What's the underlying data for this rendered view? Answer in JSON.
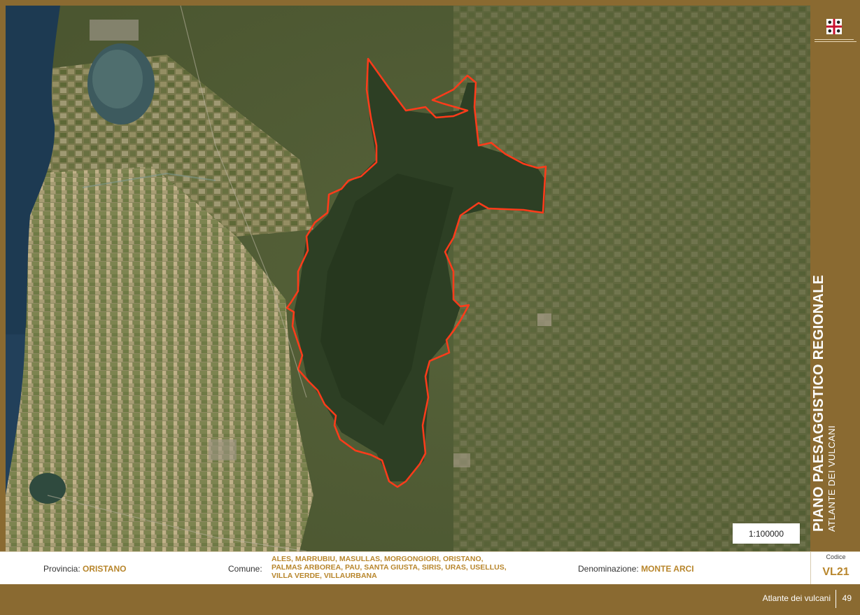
{
  "map": {
    "scale_label": "1:100000",
    "colors": {
      "frame": "#8a6a31",
      "boundary": "#ff3b1a",
      "sea": "#1d3a52",
      "land": "#5e6a3a",
      "forest": "#2d3f24"
    }
  },
  "sidebar": {
    "title": "PIANO PAESAGGISTICO REGIONALE",
    "subtitle": "ATLANTE DEI VULCANI",
    "emblem_icon": "sardinia-four-moors-emblem-icon"
  },
  "info": {
    "provincia_label": "Provincia:",
    "provincia_value": "ORISTANO",
    "comune_label": "Comune:",
    "comune_lines": [
      "ALES, MARRUBIU, MASULLAS, MORGONGIORI, ORISTANO,",
      "PALMAS ARBOREA, PAU, SANTA GIUSTA,  SIRIS, URAS, USELLUS,",
      "VILLA VERDE, VILLAURBANA"
    ],
    "denominazione_label": "Denominazione:",
    "denominazione_value": "MONTE ARCI",
    "codice_label": "Codice",
    "codice_value": "VL21"
  },
  "footer": {
    "text": "Atlante dei vulcani",
    "page": "49"
  }
}
